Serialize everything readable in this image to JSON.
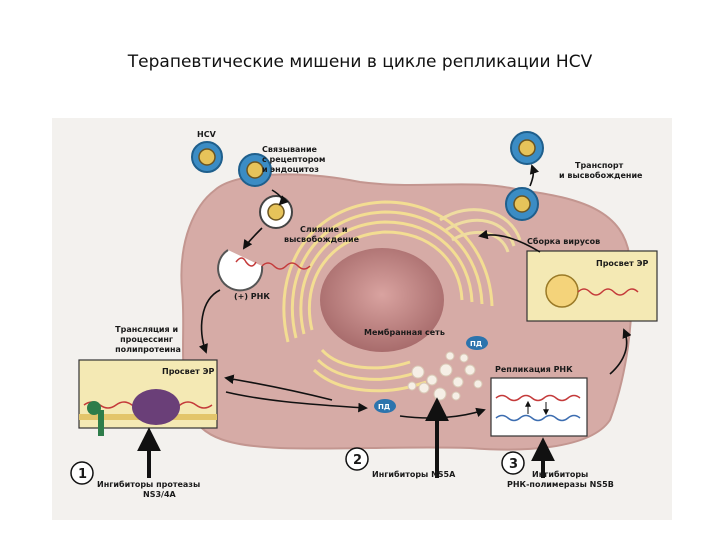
{
  "title": "Терапевтические мишени в цикле репликации HCV",
  "diagram": {
    "hcv_label": "HCV",
    "binding_lines": [
      "Связывание",
      "с рецептором",
      "и эндоцитоз"
    ],
    "fusion_lines": [
      "Слияние и",
      "высвобождение"
    ],
    "rna_label": "(+) РНК",
    "translation_lines": [
      "Трансляция и",
      "процессинг",
      "полипротеина"
    ],
    "er_lumen_left": "Просвет ЭР",
    "er_lumen_right": "Просвет ЭР",
    "membrane_web": "Мембранная сеть",
    "pd_upper": "ПД",
    "pd_lower": "ПД",
    "rna_replication": "Репликация РНК",
    "assembly": "Сборка вирусов",
    "transport_lines": [
      "Транспорт",
      "и высвобождение"
    ],
    "target1_number": "1",
    "target1_lines": [
      "Ингибиторы протеазы",
      "NS3/4A"
    ],
    "target2_number": "2",
    "target2_lines": [
      "Ингибиторы NS5A"
    ],
    "target3_number": "3",
    "target3_lines": [
      "Ингибиторы",
      "РНК-полимеразы NS5B"
    ]
  },
  "colors": {
    "cell": "#d5aaa5",
    "nucleus": "#b87f7f",
    "er_box": "#f4e9b4",
    "membrane": "#f0dc96",
    "virus": "#2f82b8",
    "pd_badge": "#2c74ad",
    "rna_red": "#c43a3a",
    "rna_blue": "#3c6db0",
    "protein": "#6a3f78",
    "green": "#2e7d4a"
  }
}
